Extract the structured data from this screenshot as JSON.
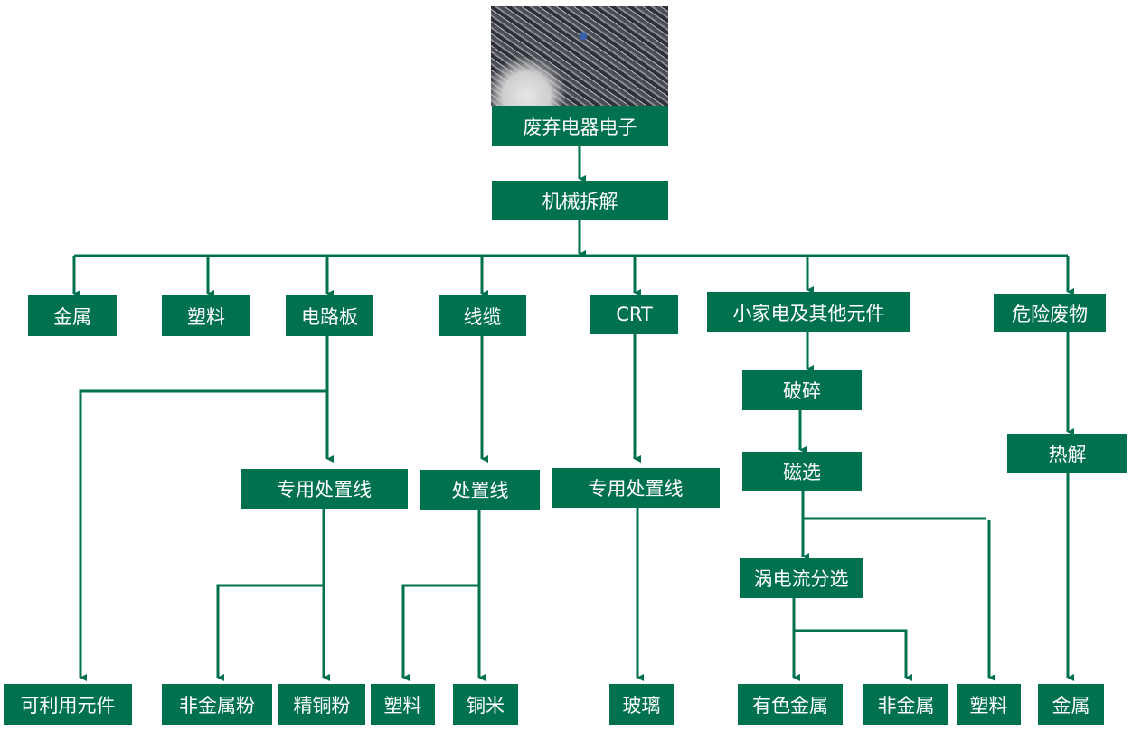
{
  "root": {
    "label": "废弃电器电子"
  },
  "step1": {
    "label": "机械拆解"
  },
  "level2": [
    "金属",
    "塑料",
    "电路板",
    "线缆",
    "CRT",
    "小家电及其他元件",
    "危险废物"
  ],
  "middle": {
    "pcb_line": "专用处置线",
    "cable_line": "处置线",
    "crt_line": "专用处置线",
    "crush": "破碎",
    "magnetic": "磁选",
    "eddy": "涡电流分选",
    "pyrolysis": "热解"
  },
  "outputs": [
    "可利用元件",
    "非金属粉",
    "精铜粉",
    "塑料",
    "铜米",
    "玻璃",
    "有色金属",
    "非金属",
    "塑料",
    "金属"
  ],
  "colors": {
    "accent": "#00714f"
  }
}
